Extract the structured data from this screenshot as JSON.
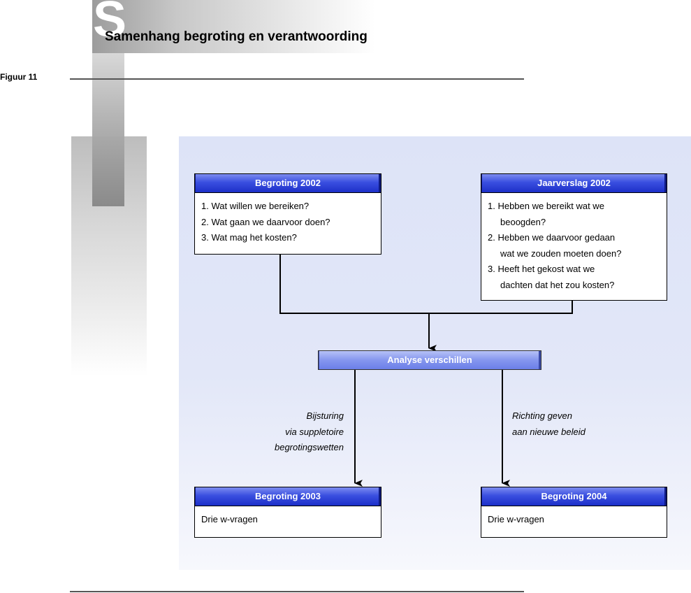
{
  "header": {
    "decor_letter": "S",
    "title": "Samenhang begroting en verantwoording",
    "figure_label": "Figuur 11"
  },
  "diagram": {
    "begroting_2002": {
      "title": "Begroting 2002",
      "items": [
        "1. Wat willen we bereiken?",
        "2. Wat gaan we daarvoor doen?",
        "3. Wat mag het kosten?"
      ]
    },
    "jaarverslag_2002": {
      "title": "Jaarverslag 2002",
      "lines": [
        "1. Hebben we bereikt wat we",
        "beoogden?",
        "2. Hebben we daarvoor gedaan",
        "wat we zouden moeten doen?",
        "3. Heeft het gekost wat we",
        "dachten dat het zou kosten?"
      ]
    },
    "analyse": {
      "title": "Analyse verschillen"
    },
    "edge_left": {
      "lines": [
        "Bijsturing",
        "via suppletoire",
        "begrotingswetten"
      ]
    },
    "edge_right": {
      "lines": [
        "Richting geven",
        "aan nieuwe beleid"
      ]
    },
    "begroting_2003": {
      "title": "Begroting 2003",
      "body": "Drie w-vragen"
    },
    "begroting_2004": {
      "title": "Begroting 2004",
      "body": "Drie w-vragen"
    }
  }
}
